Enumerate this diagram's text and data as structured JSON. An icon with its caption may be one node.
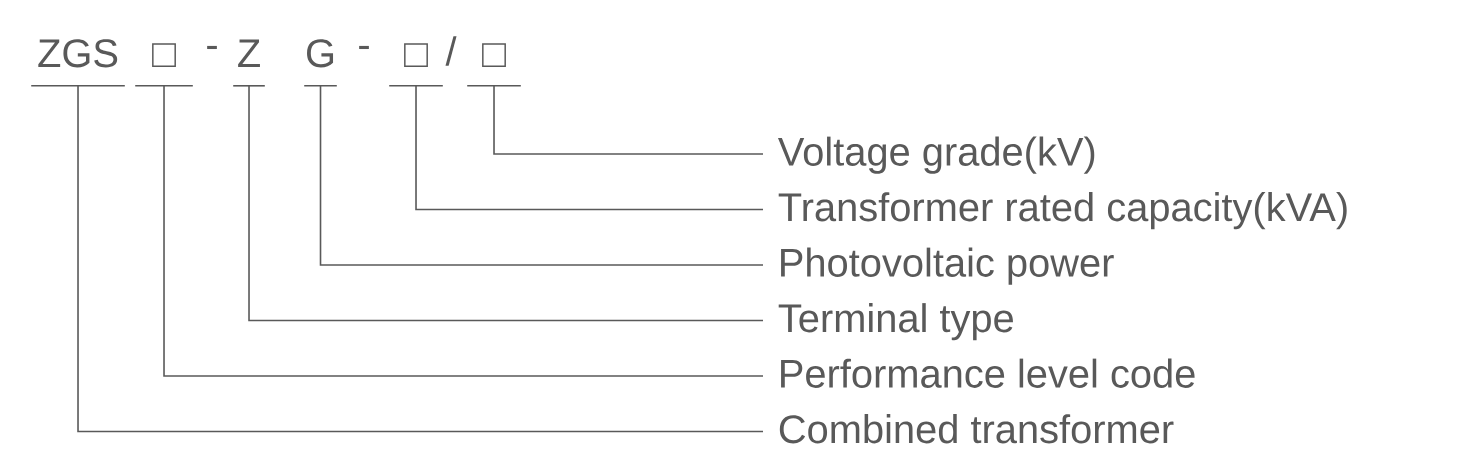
{
  "diagram": {
    "nodes": [
      {
        "text": [
          "ZGS"
        ]
      },
      {
        "text": [
          "□"
        ]
      },
      {
        "text": [
          "Z"
        ]
      },
      {
        "text": [
          "G"
        ]
      },
      {
        "text": [
          "□"
        ]
      },
      {
        "text": [
          "□"
        ]
      },
      {
        "text": [
          "Voltage grade(kV)"
        ]
      },
      {
        "text": [
          "Transformer rated capacity(kVA)"
        ]
      },
      {
        "text": [
          "Photovoltaic power"
        ]
      },
      {
        "text": [
          "Terminal type"
        ]
      },
      {
        "text": [
          "Performance level code"
        ]
      },
      {
        "text": [
          "Combined transformer"
        ]
      }
    ],
    "edges": [
      {
        "from": 0,
        "to": 11,
        "arrow": "none"
      },
      {
        "from": 1,
        "to": 10,
        "arrow": "none"
      },
      {
        "from": 2,
        "to": 9,
        "arrow": "none"
      },
      {
        "from": 3,
        "to": 8,
        "arrow": "none"
      },
      {
        "from": 4,
        "to": 7,
        "arrow": "none"
      },
      {
        "from": 5,
        "to": 6,
        "arrow": "none"
      }
    ],
    "labels": [
      "-",
      "-",
      "/"
    ]
  }
}
